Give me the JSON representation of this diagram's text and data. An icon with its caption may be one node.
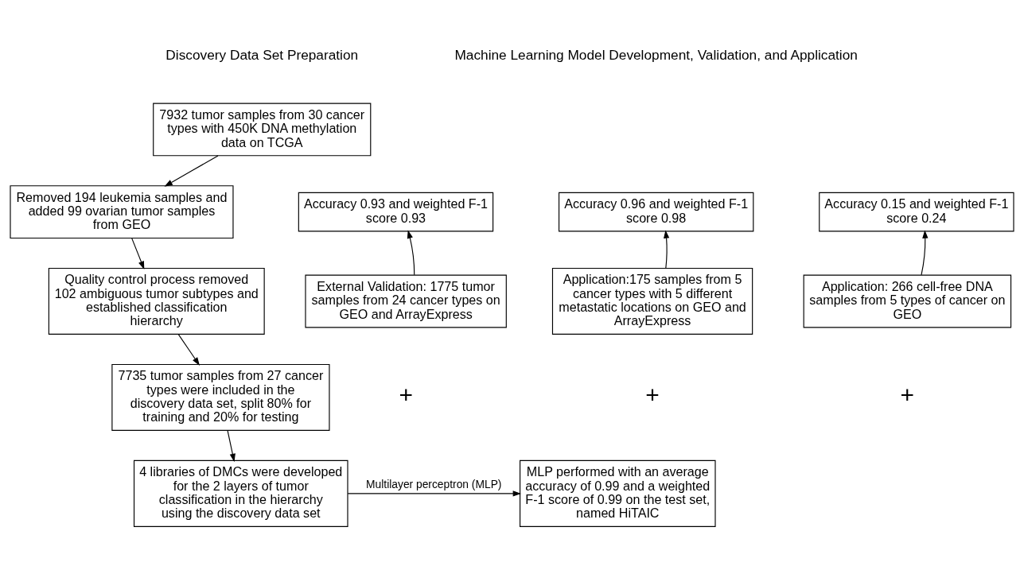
{
  "diagram": {
    "nodes": [
      {
        "text": [
          "7932 tumor samples from 30 cancer types with 450K DNA methylation data on TCGA"
        ]
      },
      {
        "text": [
          "Removed 194 leukemia samples and added 99 ovarian tumor samples from GEO"
        ]
      },
      {
        "text": [
          "Quality control process removed 102 ambiguous tumor subtypes and established classification hierarchy"
        ]
      },
      {
        "text": [
          "7735 tumor samples from 27 cancer types were included in the discovery data set, split 80% for training and 20% for testing"
        ]
      },
      {
        "text": [
          "4 libraries of DMCs were developed for the 2 layers of tumor classification in the hierarchy using the discovery data set"
        ]
      },
      {
        "text": [
          "MLP performed with an average accuracy of 0.99 and a weighted F-1 score of 0.99 on the test set, named HiTAIC"
        ]
      },
      {
        "text": [
          "Accuracy 0.93 and weighted F-1 score 0.93"
        ]
      },
      {
        "text": [
          "Accuracy 0.96 and weighted F-1 score 0.98"
        ]
      },
      {
        "text": [
          "Accuracy 0.15 and weighted F-1 score 0.24"
        ]
      },
      {
        "text": [
          "External Validation: 1775 tumor samples from 24 cancer types on GEO and ArrayExpress"
        ]
      },
      {
        "text": [
          "Application:175 samples from 5 cancer types with 5 different metastatic locations on GEO and ArrayExpress"
        ]
      },
      {
        "text": [
          "Application: 266 cell-free DNA samples from 5 types of cancer on GEO"
        ]
      }
    ],
    "edges": [
      {
        "from": 0,
        "to": 1,
        "arrow": "to"
      },
      {
        "from": 1,
        "to": 2,
        "arrow": "to"
      },
      {
        "from": 2,
        "to": 3,
        "arrow": "to"
      },
      {
        "from": 3,
        "to": 4,
        "arrow": "to"
      },
      {
        "from": 4,
        "to": 5,
        "arrow": "to",
        "label": "Multilayer perceptron (MLP)"
      },
      {
        "from": 9,
        "to": 6,
        "arrow": "to"
      },
      {
        "from": 10,
        "to": 7,
        "arrow": "to"
      },
      {
        "from": 11,
        "to": 8,
        "arrow": "to"
      }
    ],
    "labels": [
      "Discovery Data Set Preparation",
      "Machine Learning Model Development, Validation, and Application",
      "+",
      "+",
      "+"
    ]
  }
}
